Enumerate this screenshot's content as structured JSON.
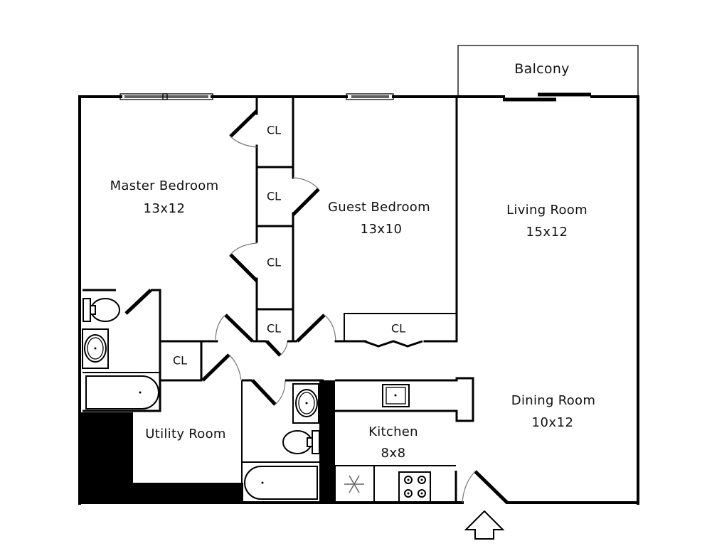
{
  "floor_plan": {
    "balcony": {
      "name": "Balcony"
    },
    "rooms": [
      {
        "id": "master-bedroom",
        "name": "Master Bedroom",
        "size": "13x12"
      },
      {
        "id": "guest-bedroom",
        "name": "Guest Bedroom",
        "size": "13x10"
      },
      {
        "id": "living-room",
        "name": "Living Room",
        "size": "15x12"
      },
      {
        "id": "dining-room",
        "name": "Dining Room",
        "size": "10x12"
      },
      {
        "id": "kitchen",
        "name": "Kitchen",
        "size": "8x8"
      },
      {
        "id": "utility-room",
        "name": "Utility Room",
        "size": ""
      }
    ],
    "closets": [
      {
        "label": "CL"
      },
      {
        "label": "CL"
      },
      {
        "label": "CL"
      },
      {
        "label": "CL"
      },
      {
        "label": "CL"
      },
      {
        "label": "CL"
      }
    ],
    "icons": {
      "entrance": "entrance-arrow-icon",
      "refrigerator": "snowflake-icon",
      "stove": "stove-burners-icon",
      "sink": "sink-icon",
      "toilet": "toilet-icon",
      "bathtub": "bathtub-icon"
    },
    "colors": {
      "wall": "#000000",
      "background": "#ffffff",
      "door_swing": "#777777"
    }
  }
}
